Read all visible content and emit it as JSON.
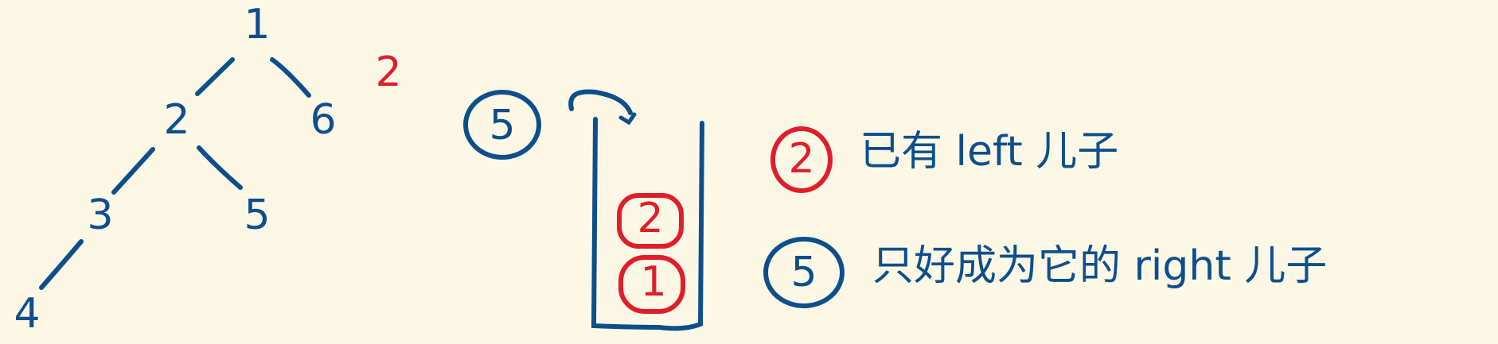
{
  "colors": {
    "background": "#fdf8e6",
    "ink_blue": "#0d4f8c",
    "ink_red": "#e01e2b"
  },
  "tree": {
    "nodes": [
      {
        "id": "n1",
        "label": "1"
      },
      {
        "id": "n2",
        "label": "2"
      },
      {
        "id": "n6",
        "label": "6"
      },
      {
        "id": "n3",
        "label": "3"
      },
      {
        "id": "n5",
        "label": "5"
      },
      {
        "id": "n4",
        "label": "4"
      }
    ],
    "edges": [
      [
        "n1",
        "n2"
      ],
      [
        "n1",
        "n6"
      ],
      [
        "n2",
        "n3"
      ],
      [
        "n2",
        "n5"
      ],
      [
        "n3",
        "n4"
      ]
    ],
    "side_label": "2"
  },
  "incoming": {
    "label": "5"
  },
  "stack": {
    "items": [
      {
        "label": "2",
        "color": "red"
      },
      {
        "label": "1",
        "color": "red"
      }
    ]
  },
  "notes": [
    {
      "marker": "2",
      "marker_color": "red",
      "text": "已有 left 儿子"
    },
    {
      "marker": "5",
      "marker_color": "blue",
      "text": "只好成为它的 right 儿子"
    }
  ]
}
